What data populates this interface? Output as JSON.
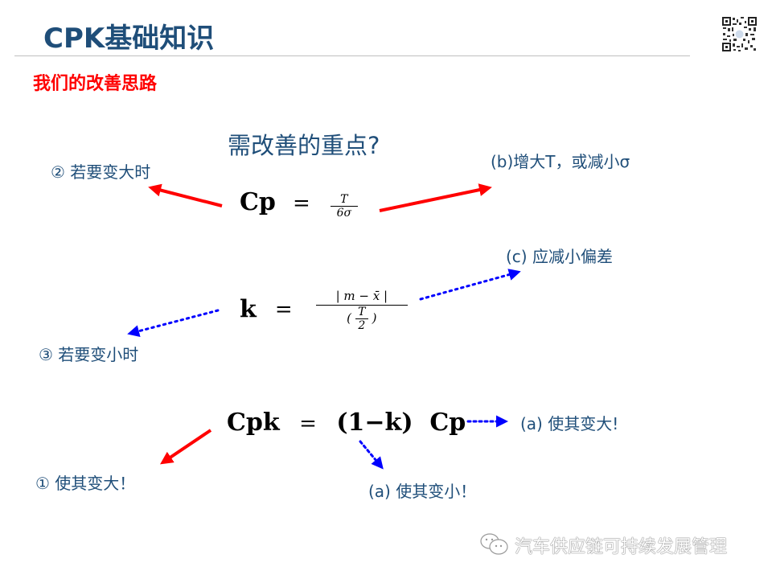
{
  "header": {
    "title": "CPK基础知识",
    "subtitle": "我们的改善思路"
  },
  "main": {
    "question": "需改善的重点?",
    "formulas": {
      "cp": {
        "lhs": "Cp",
        "eq": "=",
        "numerator": "T",
        "denominator": "6σ"
      },
      "k": {
        "lhs": "k",
        "eq": "=",
        "numerator": "| m − x̄ |",
        "denominator_open": "(",
        "denominator_num": "T",
        "denominator_den": "2",
        "denominator_close": ")"
      },
      "cpk": {
        "lhs": "Cpk",
        "eq": "=",
        "rhs": "(1−k)  Cp"
      }
    },
    "notes": {
      "cp_left": "② 若要变大时",
      "cp_right": "(b)增大T，或减小σ",
      "k_right": "(c) 应减小偏差",
      "k_left": "③ 若要变小时",
      "cpk_right": "(a)  使其变大!",
      "cpk_left": "① 使其变大！",
      "cpk_below": "(a) 使其变小！"
    }
  },
  "colors": {
    "title": "#1f4e79",
    "subtitle": "#ff0000",
    "arrow_solid": "#ff0000",
    "arrow_dotted": "#0000ff",
    "divider": "#bfbfbf"
  },
  "icons": {
    "qr": "qr-code-icon",
    "wechat": "wechat-icon"
  },
  "watermark": {
    "text": "汽车供应链可持续发展管理"
  }
}
